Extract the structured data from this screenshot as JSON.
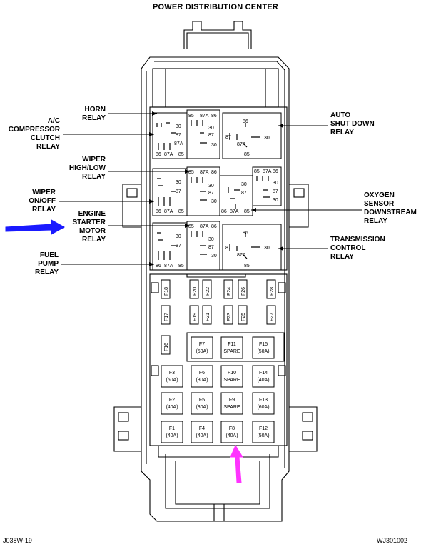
{
  "title": "POWER DISTRIBUTION CENTER",
  "footer": {
    "left_code": "J038W-19",
    "right_code": "WJ301002"
  },
  "labels": {
    "horn_relay": "HORN\nRELAY",
    "ac_relay": "A/C\nCOMPRESSOR\nCLUTCH\nRELAY",
    "wiper_hl_relay": "WIPER\nHIGH/LOW\nRELAY",
    "wiper_onoff_relay": "WIPER\nON/OFF\nRELAY",
    "engine_starter_relay": "ENGINE\nSTARTER\nMOTOR\nRELAY",
    "fuel_pump_relay": "FUEL\nPUMP\nRELAY",
    "auto_shutdown_relay": "AUTO\nSHUT DOWN\nRELAY",
    "oxygen_sensor_relay": "OXYGEN\nSENSOR\nDOWNSTREAM\nRELAY",
    "transmission_relay": "TRANSMISSION\nCONTROL\nRELAY"
  },
  "pins": {
    "p85": "85",
    "p86": "86",
    "p87": "87",
    "p87a": "87A",
    "p30": "30"
  },
  "mini_fuses": [
    "F18",
    "F20",
    "F22",
    "F24",
    "F26",
    "F28",
    "F17",
    "F19",
    "F21",
    "F23",
    "F25",
    "F27",
    "F16"
  ],
  "maxi_fuses": [
    {
      "id": "F7",
      "rating": "(50A)"
    },
    {
      "id": "F11",
      "rating": "SPARE"
    },
    {
      "id": "F15",
      "rating": "(50A)"
    },
    {
      "id": "F3",
      "rating": "(50A)"
    },
    {
      "id": "F6",
      "rating": "(30A)"
    },
    {
      "id": "F10",
      "rating": "SPARE"
    },
    {
      "id": "F14",
      "rating": "(40A)"
    },
    {
      "id": "F2",
      "rating": "(40A)"
    },
    {
      "id": "F5",
      "rating": "(30A)"
    },
    {
      "id": "F9",
      "rating": "SPARE"
    },
    {
      "id": "F13",
      "rating": "(60A)"
    },
    {
      "id": "F1",
      "rating": "(40A)"
    },
    {
      "id": "F4",
      "rating": "(40A)"
    },
    {
      "id": "F8",
      "rating": "(40A)"
    },
    {
      "id": "F12",
      "rating": "(50A)"
    }
  ],
  "colors": {
    "line": "#000000",
    "blue_arrow": "#1a1aff",
    "magenta_arrow": "#ff33ff"
  }
}
